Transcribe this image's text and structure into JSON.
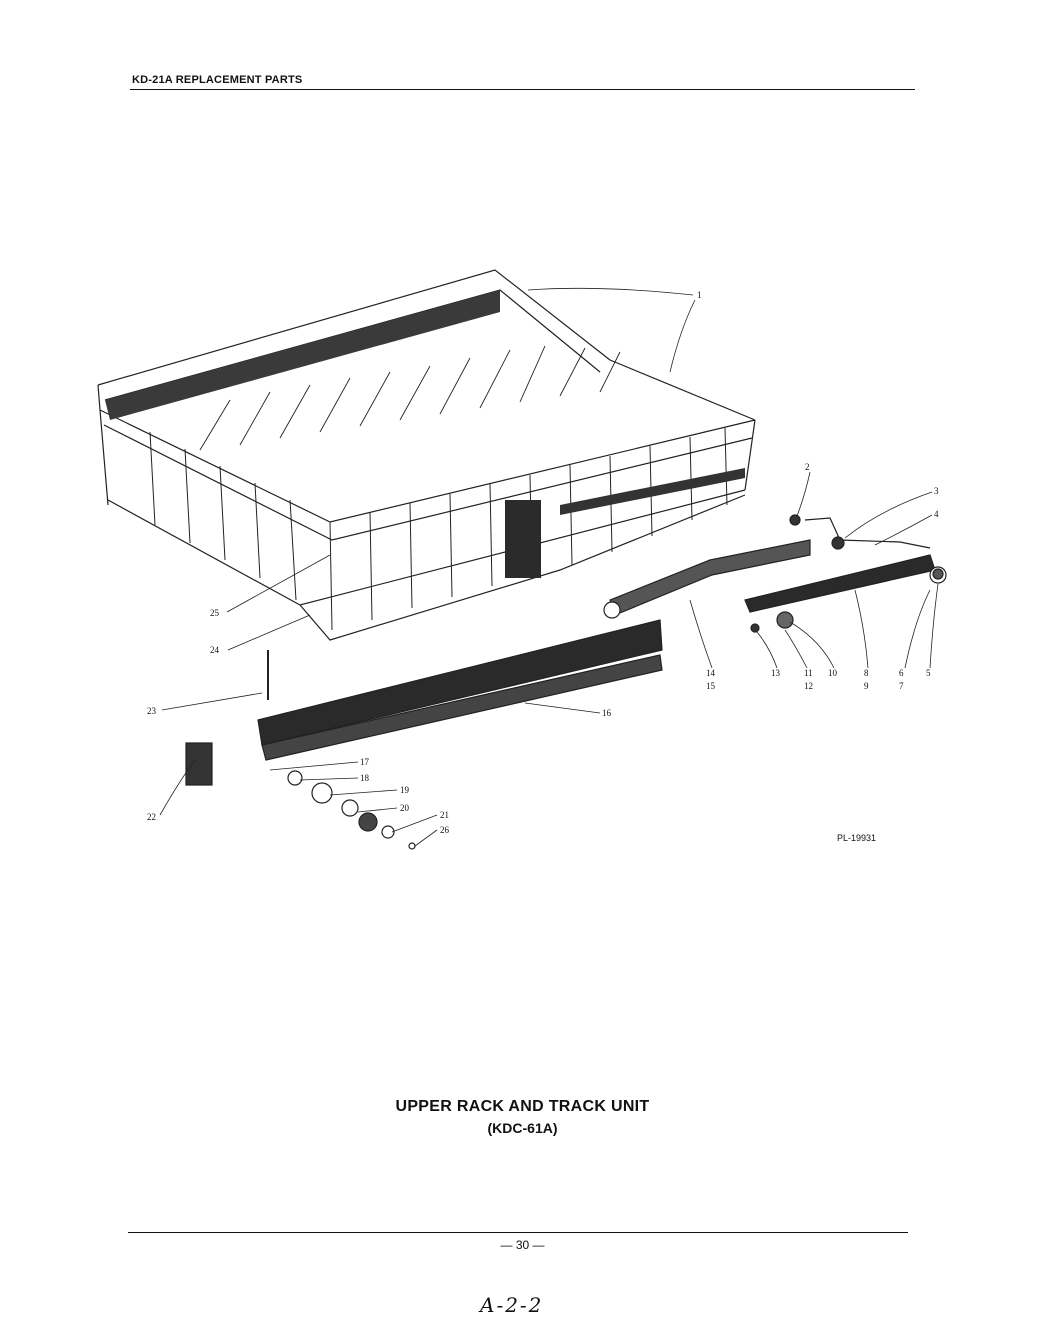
{
  "header": {
    "title": "KD-21A REPLACEMENT PARTS"
  },
  "callouts": {
    "c1": "1",
    "c2": "2",
    "c3": "3",
    "c4": "4",
    "c5": "5",
    "c6": "6",
    "c7": "7",
    "c8": "8",
    "c9": "9",
    "c10": "10",
    "c11": "11",
    "c12": "12",
    "c13": "13",
    "c14": "14",
    "c15": "15",
    "c16": "16",
    "c17": "17",
    "c18": "18",
    "c19": "19",
    "c20": "20",
    "c21": "21",
    "c22": "22",
    "c23": "23",
    "c24": "24",
    "c25": "25",
    "c26": "26"
  },
  "plate_id": "PL-19931",
  "caption": {
    "title": "UPPER RACK AND TRACK UNIT",
    "model": "(KDC-61A)"
  },
  "footer": {
    "page_number": "— 30 —",
    "handwritten_note": "A-2-2"
  }
}
